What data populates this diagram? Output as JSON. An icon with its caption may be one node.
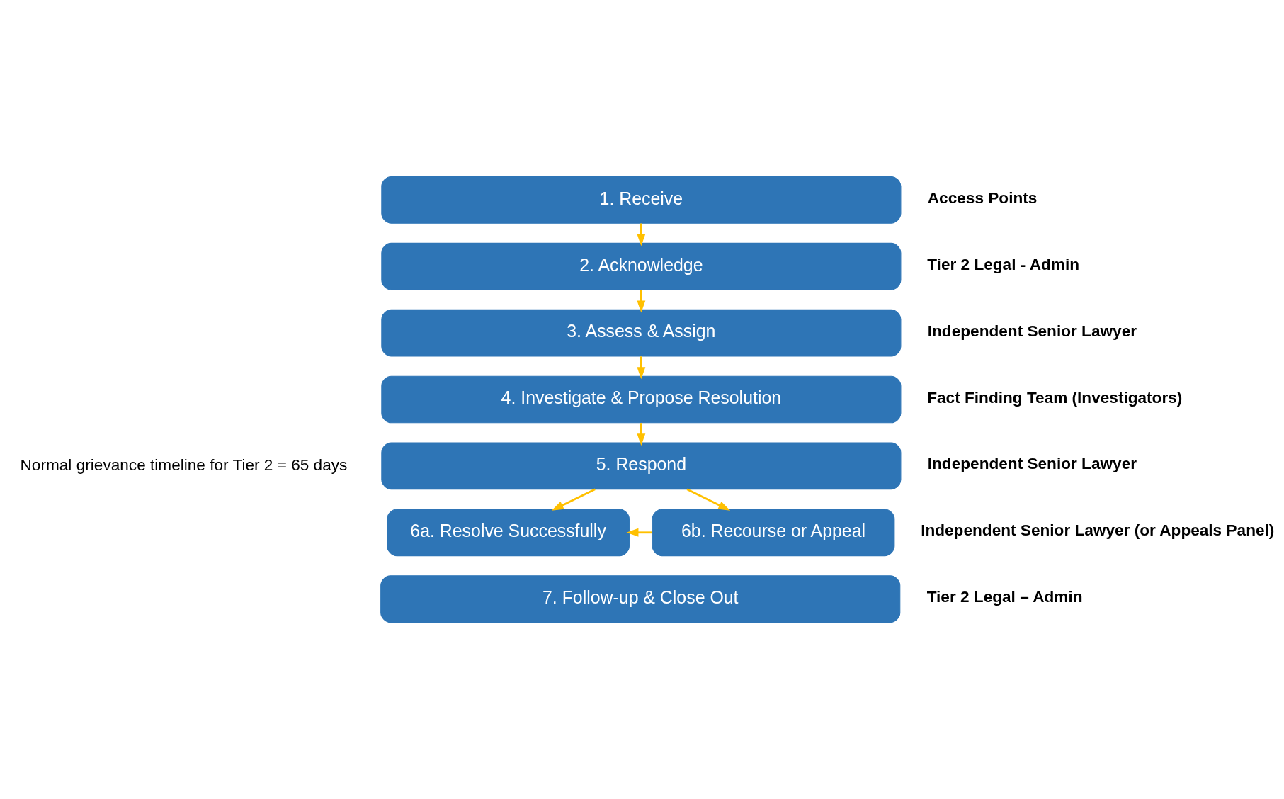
{
  "diagram": {
    "nodes": [
      {
        "text": [
          "1. Receive"
        ],
        "beside": [
          "Access Points"
        ]
      },
      {
        "text": [
          "2. Acknowledge"
        ],
        "beside": [
          "Tier 2 Legal - Admin"
        ]
      },
      {
        "text": [
          "3. Assess & Assign"
        ],
        "beside": [
          "Independent Senior Lawyer"
        ]
      },
      {
        "text": [
          "4. Investigate & Propose Resolution"
        ],
        "beside": [
          "Fact Finding Team (Investigators)"
        ]
      },
      {
        "text": [
          "5. Respond"
        ],
        "beside": [
          "Independent Senior Lawyer"
        ]
      },
      {
        "text": [
          "6a. Resolve Successfully"
        ]
      },
      {
        "text": [
          "6b. Recourse or Appeal"
        ],
        "beside": [
          "Independent Senior Lawyer (or Appeals Panel)"
        ]
      },
      {
        "text": [
          "7. Follow-up & Close Out"
        ],
        "beside": [
          "Tier 2 Legal – Admin"
        ]
      }
    ],
    "edges": [
      {
        "from": 0,
        "to": 1,
        "arrow": "to"
      },
      {
        "from": 1,
        "to": 2,
        "arrow": "to"
      },
      {
        "from": 2,
        "to": 3,
        "arrow": "to"
      },
      {
        "from": 3,
        "to": 4,
        "arrow": "to"
      },
      {
        "from": 4,
        "to": 5,
        "arrow": "to"
      },
      {
        "from": 4,
        "to": 6,
        "arrow": "to"
      },
      {
        "from": 6,
        "to": 5,
        "arrow": "to"
      }
    ],
    "labels": [
      "Normal grievance timeline for Tier 2 = 65 days"
    ]
  }
}
